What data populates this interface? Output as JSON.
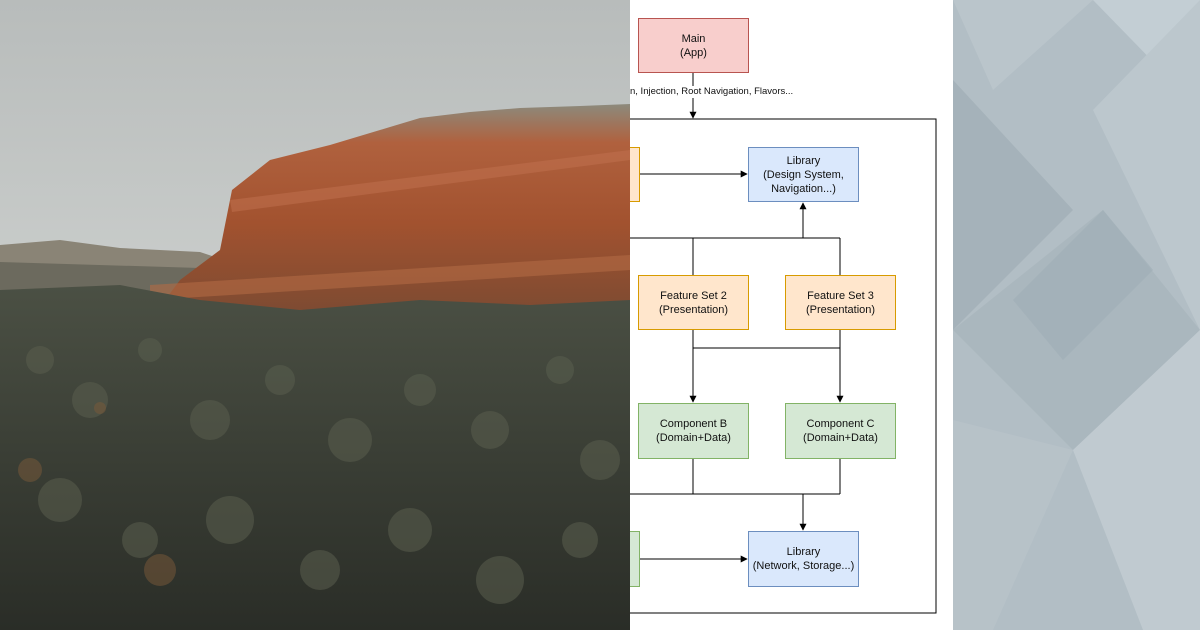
{
  "diagram": {
    "nodes": {
      "main": "Main\n(App)",
      "library_top": "Library\n(Design System,\nNavigation...)",
      "feature_set_2": "Feature Set 2\n(Presentation)",
      "feature_set_3": "Feature Set 3\n(Presentation)",
      "component_b": "Component B\n(Domain+Data)",
      "component_c": "Component C\n(Domain+Data)",
      "library_bottom": "Library\n(Network, Storage...)"
    },
    "edge_label": "n, Injection, Root Navigation, Flavors..."
  },
  "colors": {
    "app": "#f8cecc",
    "library": "#dae8fc",
    "presentation": "#ffe6cc",
    "domain_data": "#d5e8d4"
  }
}
